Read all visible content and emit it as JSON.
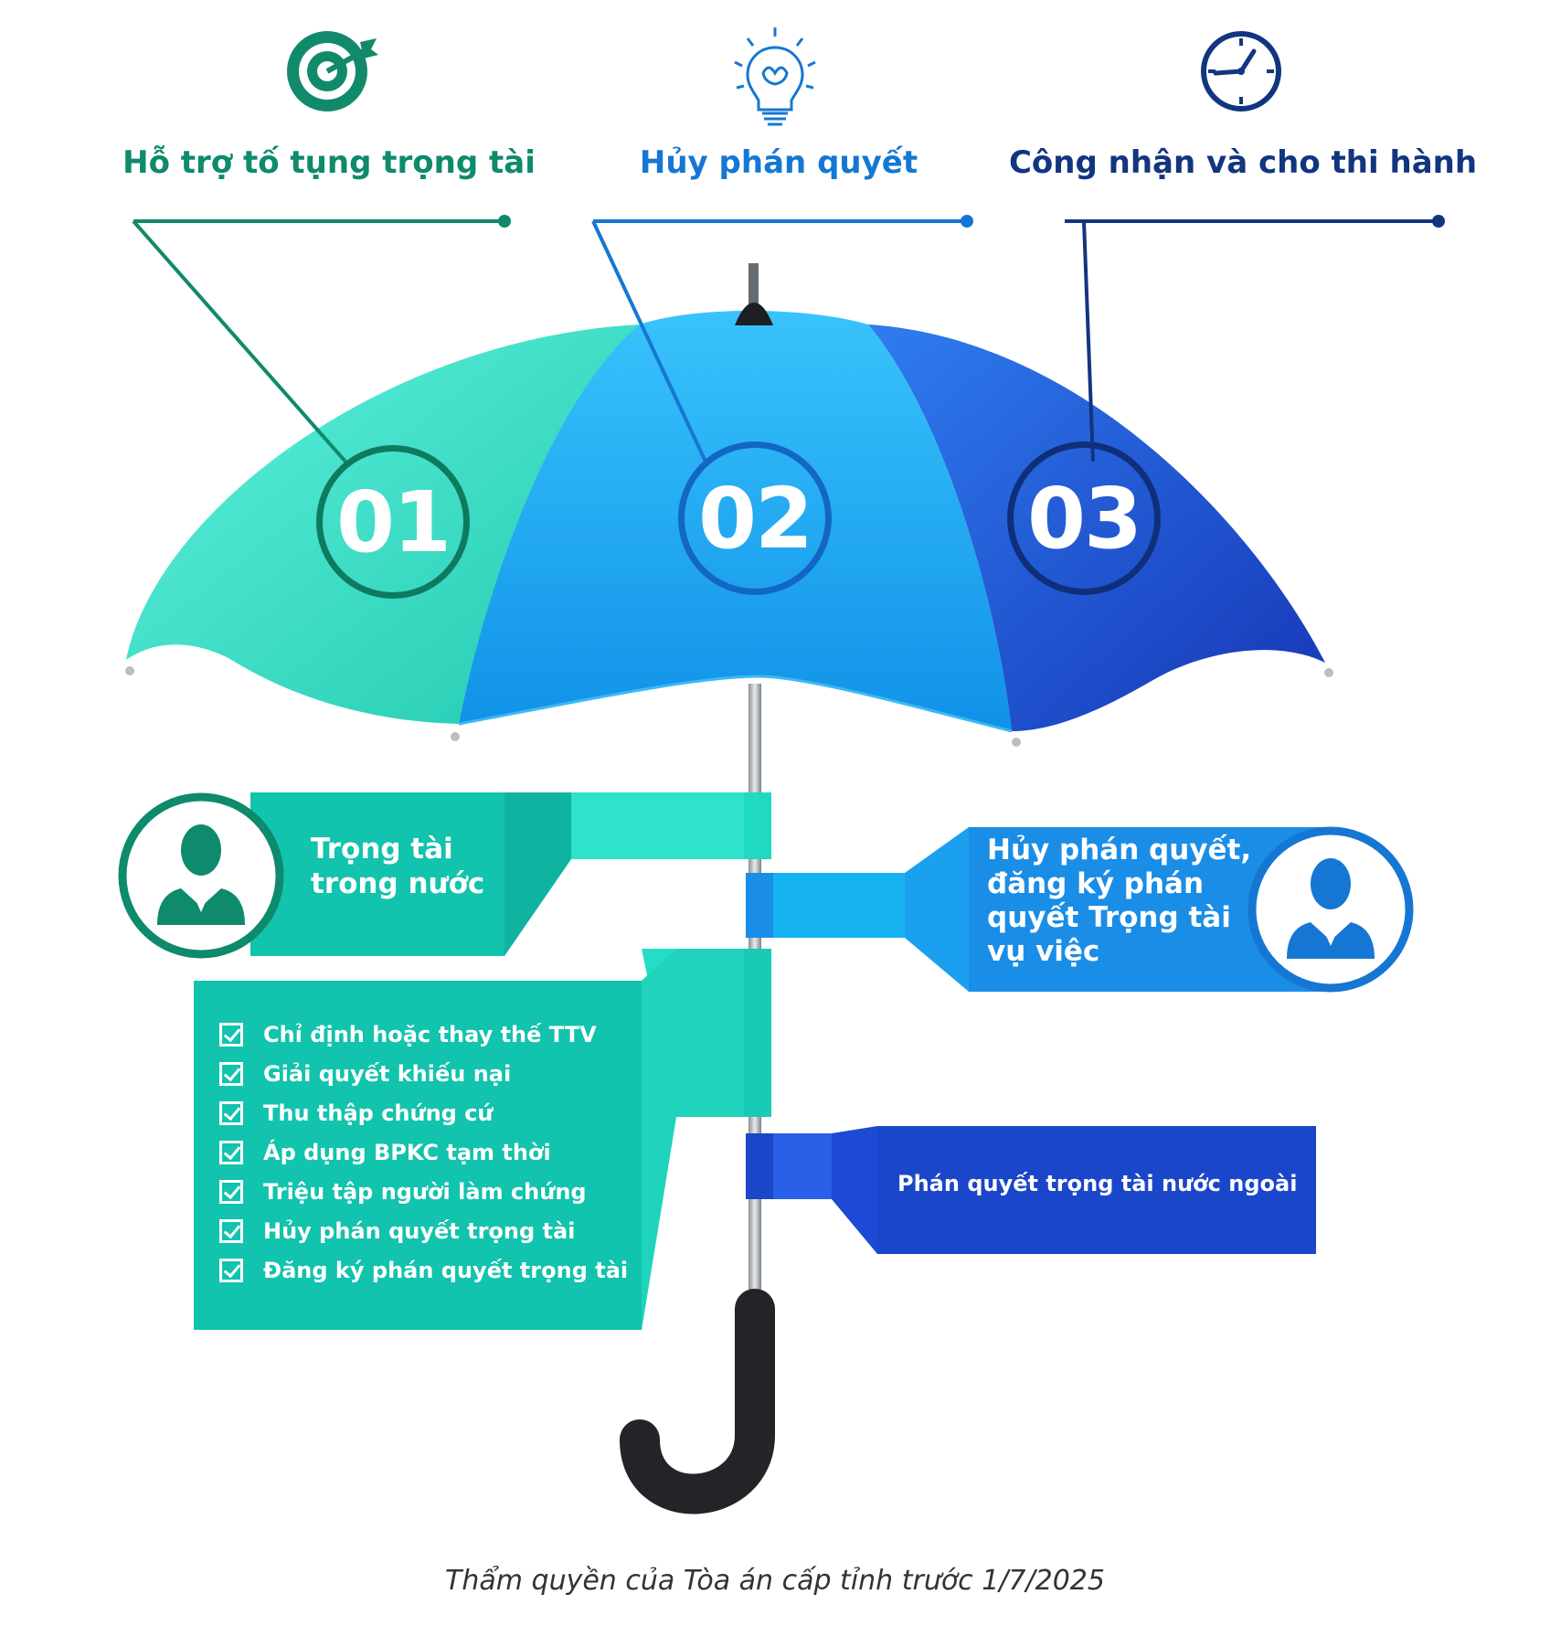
{
  "top_items": [
    {
      "icon": "target-icon",
      "title": "Hỗ trợ tố tụng trọng tài",
      "color": "#0e8a6c"
    },
    {
      "icon": "lightbulb-icon",
      "title": "Hủy phán quyết",
      "color": "#1577d3"
    },
    {
      "icon": "clock-icon",
      "title": "Công nhận và cho thi hành",
      "color": "#12357f"
    }
  ],
  "panels": [
    {
      "number": "01",
      "color": "#35dcc0"
    },
    {
      "number": "02",
      "color": "#1aa4f2"
    },
    {
      "number": "03",
      "color": "#1b4fd0"
    }
  ],
  "banners": {
    "domestic": {
      "label": "Trọng tài trong nước",
      "icon": "businessman-icon",
      "color": "#12c3ad"
    },
    "annul_register": {
      "label": "Hủy phán quyết, đăng ký phán quyết Trọng tài vụ việc",
      "icon": "businessman-icon",
      "color": "#1a8de6"
    },
    "foreign": {
      "label": "Phán quyết trọng tài nước ngoài",
      "color": "#1a46c9"
    }
  },
  "checklist": [
    "Chỉ định hoặc thay thế TTV",
    "Giải quyết khiếu nại",
    "Thu thập chứng cứ",
    "Áp dụng BPKC tạm thời",
    "Triệu tập người làm chứng",
    "Hủy phán quyết trọng tài",
    "Đăng ký phán quyết trọng tài"
  ],
  "caption": "Thẩm quyền của Tòa án cấp tỉnh trước 1/7/2025"
}
